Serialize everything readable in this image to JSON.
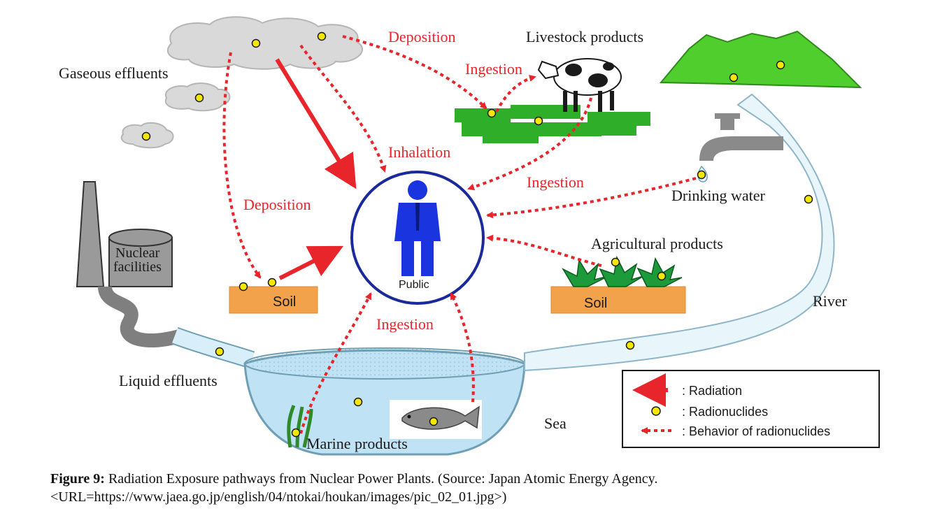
{
  "labels": {
    "gaseous_effluents": "Gaseous effluents",
    "deposition_top": "Deposition",
    "livestock_products": "Livestock products",
    "ingestion_cow": "Ingestion",
    "inhalation": "Inhalation",
    "ingestion_right": "Ingestion",
    "deposition_left": "Deposition",
    "drinking_water": "Drinking water",
    "agricultural_products": "Agricultural products",
    "nuclear_facilities_line1": "Nuclear",
    "nuclear_facilities_line2": "facilities",
    "soil_left": "Soil",
    "soil_right": "Soil",
    "public": "Public",
    "river": "River",
    "ingestion_bottom": "Ingestion",
    "liquid_effluents": "Liquid effluents",
    "sea": "Sea",
    "marine_products": "Marine products"
  },
  "legend": {
    "radiation": ": Radiation",
    "radionuclides": ": Radionuclides",
    "behavior": ": Behavior of radionuclides"
  },
  "caption": {
    "figure": "Figure 9:",
    "text": " Radiation Exposure pathways from Nuclear Power Plants. (Source: Japan Atomic Energy Agency.",
    "url": "<URL=https://www.jaea.go.jp/english/04/ntokai/houkan/images/pic_02_01.jpg>)"
  },
  "colors": {
    "pathway_red": "#e8252b",
    "radionuclide_yellow": "#f5e800",
    "public_blue": "#1a35e0",
    "soil_orange": "#f2a24a",
    "mountain_green": "#4fce2e",
    "sea_blue": "#bfe3f5"
  }
}
